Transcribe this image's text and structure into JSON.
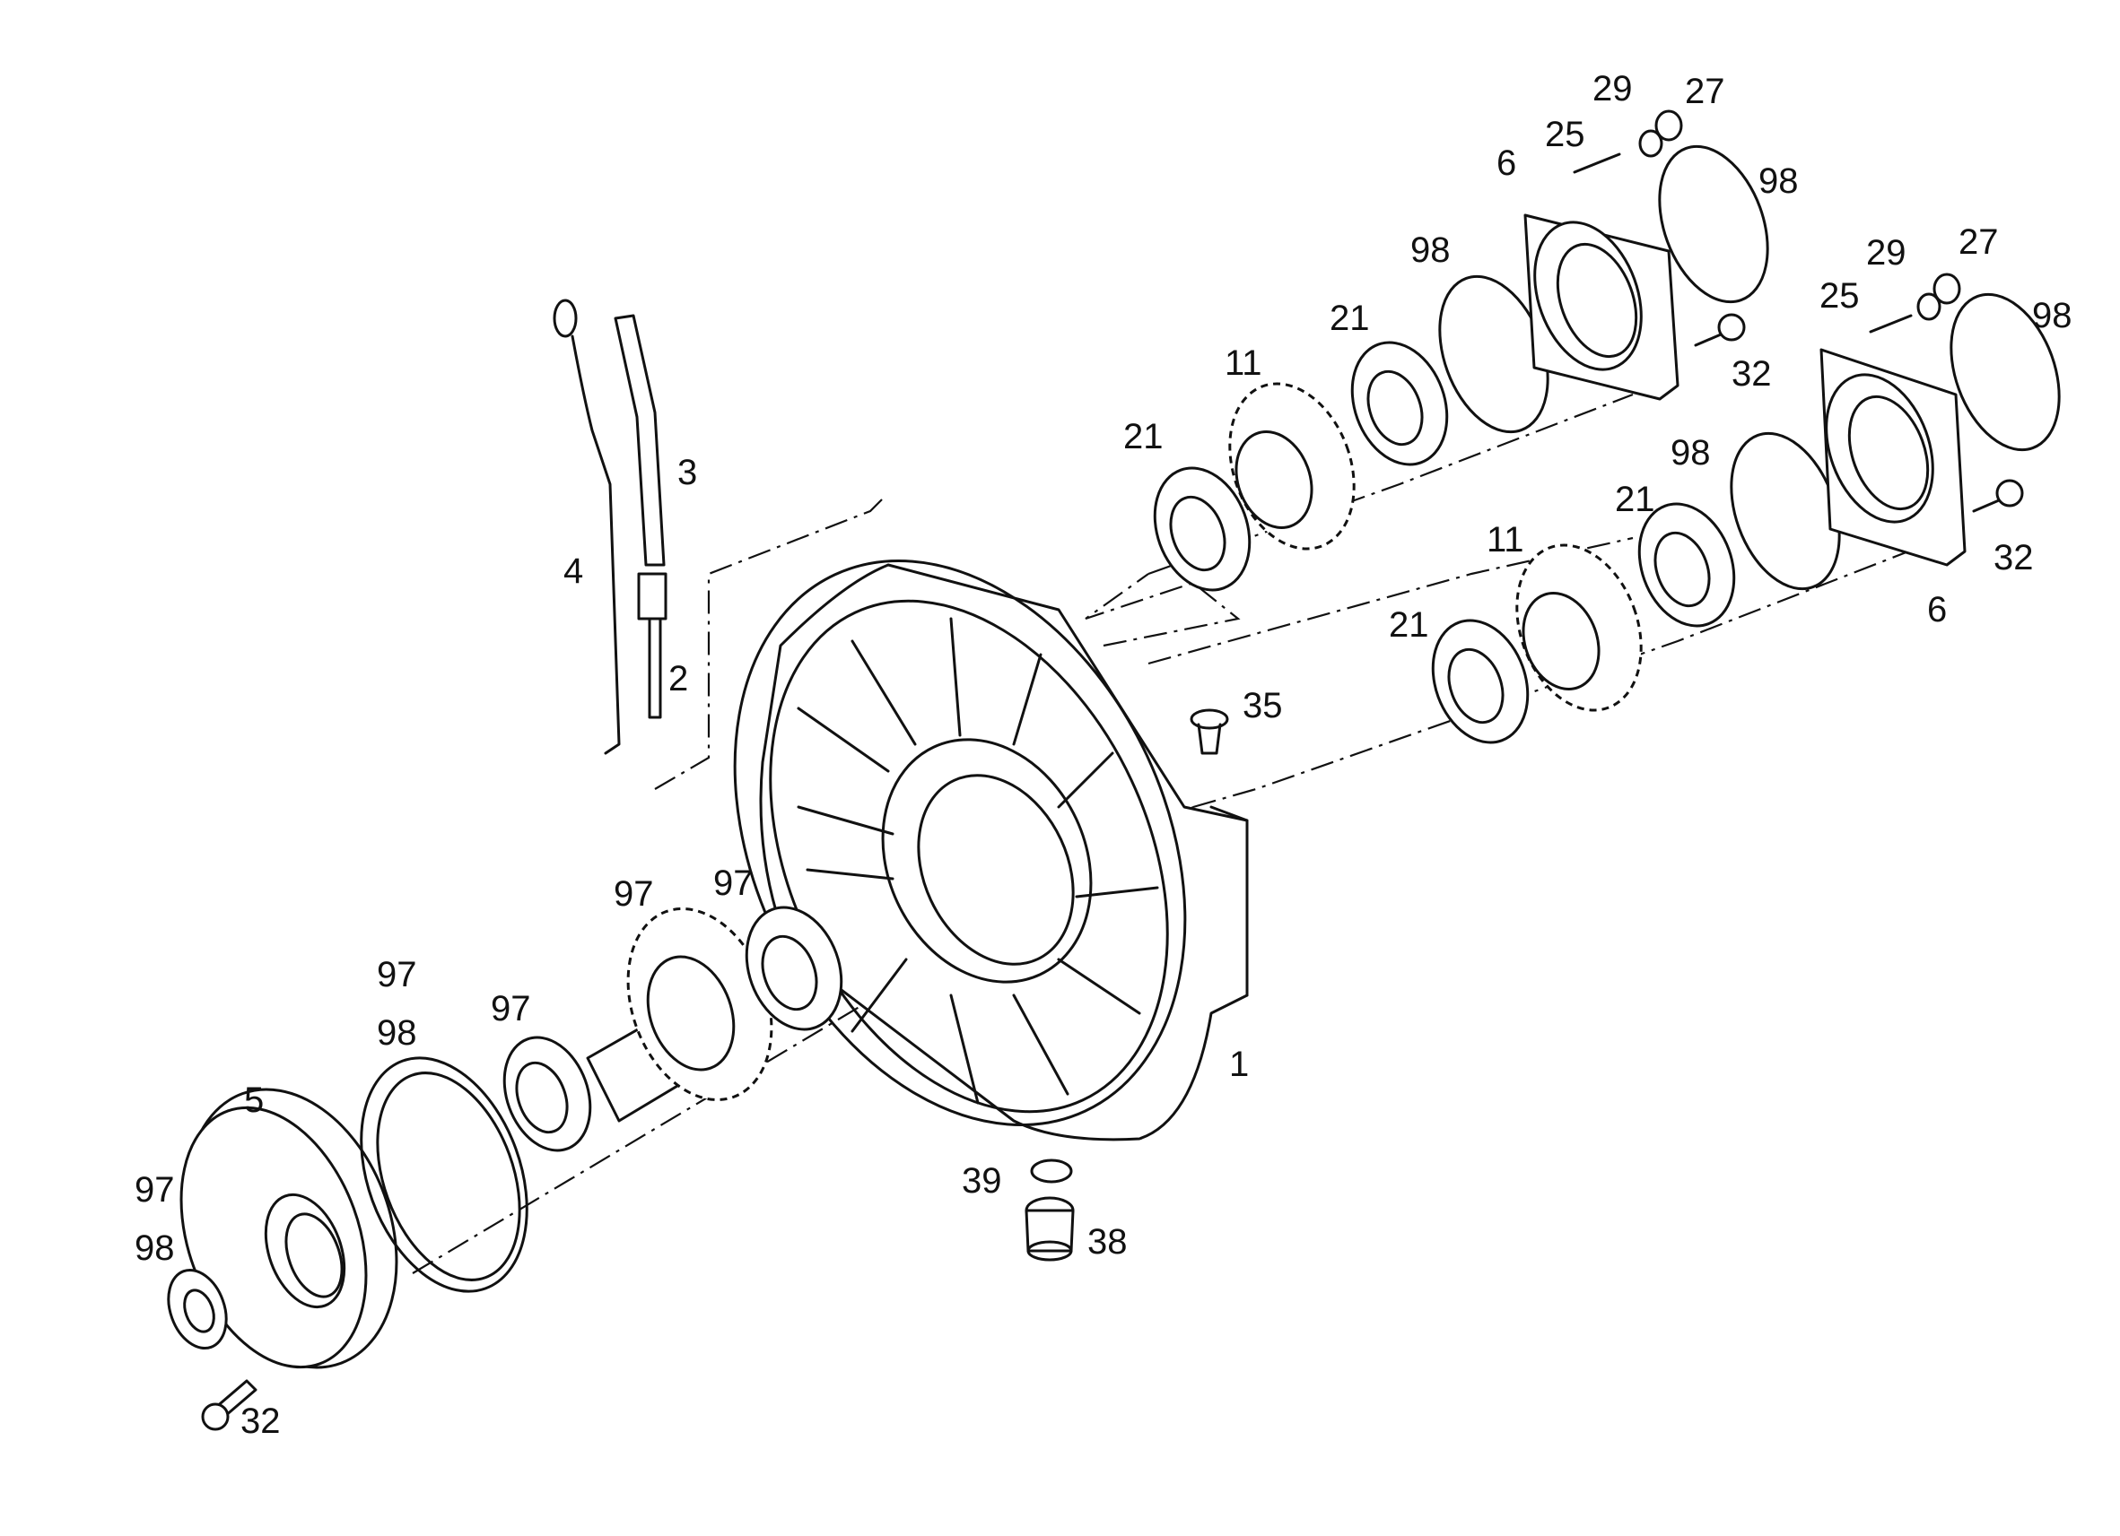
{
  "labels": {
    "housing": "1",
    "fitting": "2",
    "guide_tube": "3",
    "dipstick": "4",
    "cover_left": "5",
    "cover_upper": "6",
    "cover_right": "6",
    "gear_upper": "11",
    "gear_lower": "11",
    "bearing_upper_front": "21",
    "bearing_upper_rear": "21",
    "bearing_lower_front": "21",
    "bearing_lower_rear": "21",
    "stud_upper": "25",
    "stud_lower": "25",
    "nut_upper": "27",
    "nut_lower": "27",
    "washer_upper": "29",
    "washer_lower": "29",
    "screw_left": "32",
    "screw_upper": "32",
    "screw_lower": "32",
    "plug_35": "35",
    "plug_38": "38",
    "seal_39": "39",
    "kit97_a": "97",
    "kit97_b": "97",
    "kit97_c": "97",
    "kit97_d": "97",
    "kit97_e": "97",
    "kit98_a": "98",
    "kit98_b": "98",
    "kit98_c": "98",
    "kit98_d": "98",
    "kit98_e": "98",
    "kit98_f": "98"
  }
}
